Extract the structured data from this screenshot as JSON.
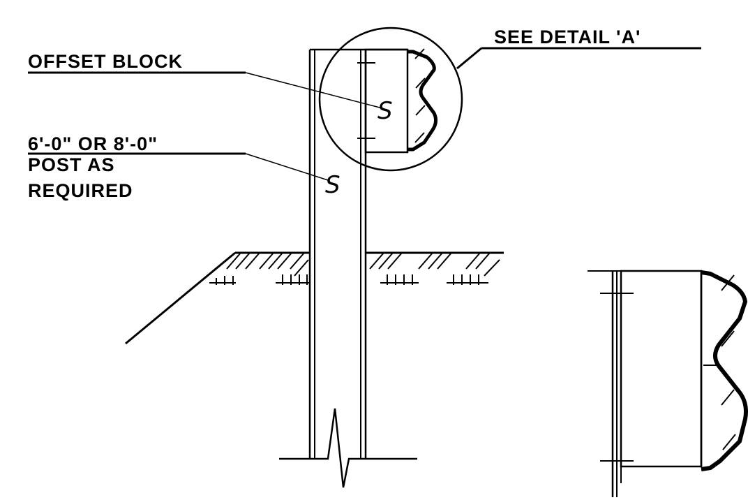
{
  "labels": {
    "offset_block": "OFFSET BLOCK",
    "see_detail": "SEE DETAIL 'A'",
    "post_line1": "6'-0\" OR 8'-0\"",
    "post_line2": "POST AS",
    "post_line3": "REQUIRED"
  },
  "section_symbols": {
    "block": "S",
    "post": "S"
  },
  "colors": {
    "line": "#000000",
    "background": "#ffffff"
  }
}
